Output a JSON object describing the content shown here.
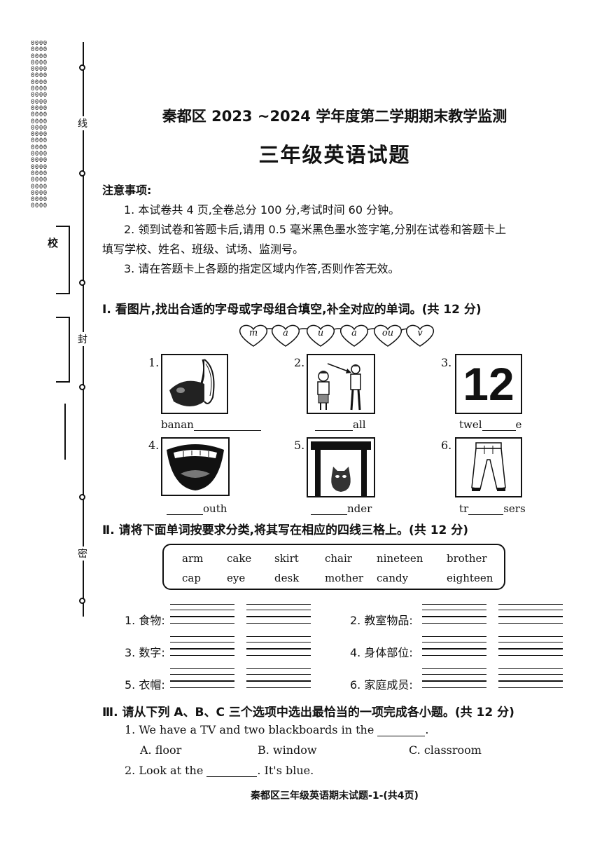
{
  "binding_margin": {
    "circle_fill": "0000\n0000\n0000\n0000\n0000\n0000\n0000\n0000\n0000\n0000\n0000\n0000\n0000\n0000\n0000\n0000\n0000\n0000\n0000\n0000\n0000\n0000\n0000\n0000\n0000\n0000",
    "chars": [
      "线",
      "封",
      "密"
    ],
    "school_label": "校"
  },
  "header": {
    "title": "秦都区 2023 ~2024 学年度第二学期期末教学监测",
    "subtitle": "三年级英语试题"
  },
  "notice": {
    "heading": "注意事项:",
    "items": [
      "1. 本试卷共 4 页,全卷总分 100 分,考试时间 60 分钟。",
      "2. 领到试卷和答题卡后,请用 0.5 毫米黑色墨水签字笔,分别在试卷和答题卡上",
      "填写学校、姓名、班级、试场、监测号。",
      "3. 请在答题卡上各题的指定区域内作答,否则作答无效。"
    ]
  },
  "section1": {
    "heading": "Ⅰ. 看图片,找出合适的字母或字母组合填空,补全对应的单词。(共 12 分)",
    "letters": [
      "m",
      "a",
      "u",
      "a",
      "ou",
      "v"
    ],
    "items": [
      {
        "num": "1.",
        "picture": "banana-icon",
        "prefix": "banan",
        "suffix": ""
      },
      {
        "num": "2.",
        "picture": "tall-short-people-icon",
        "prefix": "",
        "suffix": "all"
      },
      {
        "num": "3.",
        "picture": "number-twelve",
        "number": "12",
        "prefix": "twel",
        "suffix": "e"
      },
      {
        "num": "4.",
        "picture": "mouth-icon",
        "prefix": "",
        "suffix": "outh"
      },
      {
        "num": "5.",
        "picture": "cat-under-table-icon",
        "prefix": "",
        "suffix": "nder"
      },
      {
        "num": "6.",
        "picture": "trousers-icon",
        "prefix": "tr",
        "suffix": "sers"
      }
    ]
  },
  "section2": {
    "heading": "Ⅱ. 请将下面单词按要求分类,将其写在相应的四线三格上。(共 12 分)",
    "words_row1": [
      "arm",
      "cake",
      "skirt",
      "chair",
      "nineteen",
      "brother"
    ],
    "words_row2": [
      "cap",
      "eye",
      "desk",
      "mother",
      "candy",
      "eighteen"
    ],
    "categories": [
      "1. 食物:",
      "2. 教室物品:",
      "3. 数字:",
      "4. 身体部位:",
      "5. 衣帽:",
      "6. 家庭成员:"
    ]
  },
  "section3": {
    "heading": "Ⅲ. 请从下列 A、B、C 三个选项中选出最恰当的一项完成各小题。(共 12 分)",
    "q1": "1. We have a TV and two blackboards in the",
    "q1_end": ".",
    "q1_options": [
      "A. floor",
      "B. window",
      "C. classroom"
    ],
    "q2": "2. Look at the",
    "q2_end": ". It's blue."
  },
  "footer": "秦都区三年级英语期末试题-1-(共4页)"
}
